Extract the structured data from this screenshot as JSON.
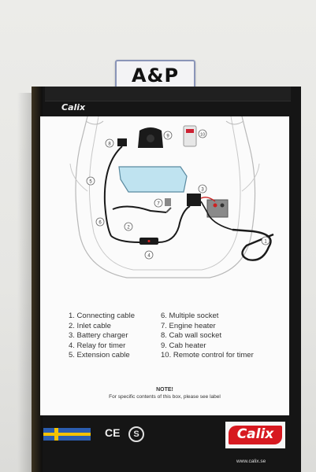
{
  "price_tag": {
    "text": "A&P"
  },
  "box": {
    "brand_top": "Calix",
    "brand_bottom": "Calix",
    "website": "www.calix.se",
    "marks": {
      "ce": "CE",
      "s": "S"
    }
  },
  "diagram": {
    "callouts": [
      "1",
      "2",
      "3",
      "4",
      "5",
      "6",
      "7",
      "8",
      "9",
      "10"
    ],
    "colors": {
      "cable": "#1a1a1a",
      "tank": "#bfe3f0",
      "tank_edge": "#5a8aa0",
      "outline": "#b8b8b8"
    }
  },
  "legend": {
    "left": [
      "1.  Connecting cable",
      "2.  Inlet cable",
      "3.  Battery charger",
      "4.  Relay for timer",
      "5.  Extension cable"
    ],
    "right": [
      "6.  Multiple socket",
      "7.  Engine heater",
      "8.  Cab wall socket",
      "9.  Cab heater",
      "10.  Remote control for timer"
    ]
  },
  "note": {
    "title": "NOTE!",
    "text": "For specific contents of this box, please see label"
  }
}
